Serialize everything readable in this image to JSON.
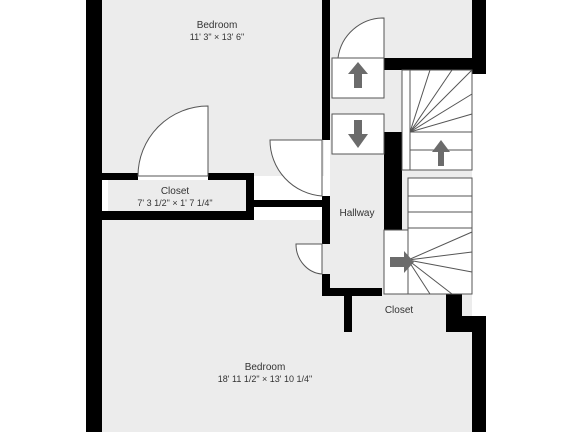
{
  "plan": {
    "colors": {
      "floor": "#ececec",
      "wall": "#000000",
      "arrow": "#6b6b6b",
      "line": "#555555",
      "background": "#ffffff"
    },
    "rooms": {
      "bedroom_top": {
        "name": "Bedroom",
        "dims": "11' 3\" × 13' 6\""
      },
      "closet_left": {
        "name": "Closet",
        "dims": "7' 3 1/2\" × 1' 7 1/4\""
      },
      "hallway": {
        "name": "Hallway"
      },
      "closet_right": {
        "name": "Closet"
      },
      "bedroom_bottom": {
        "name": "Bedroom",
        "dims": "18' 11 1/2\" × 13' 10 1/4\""
      }
    },
    "stair_arrows": [
      {
        "id": "arrow-up-1",
        "direction": "up"
      },
      {
        "id": "arrow-down",
        "direction": "down"
      },
      {
        "id": "arrow-up-2",
        "direction": "up"
      },
      {
        "id": "arrow-right",
        "direction": "right"
      }
    ]
  }
}
